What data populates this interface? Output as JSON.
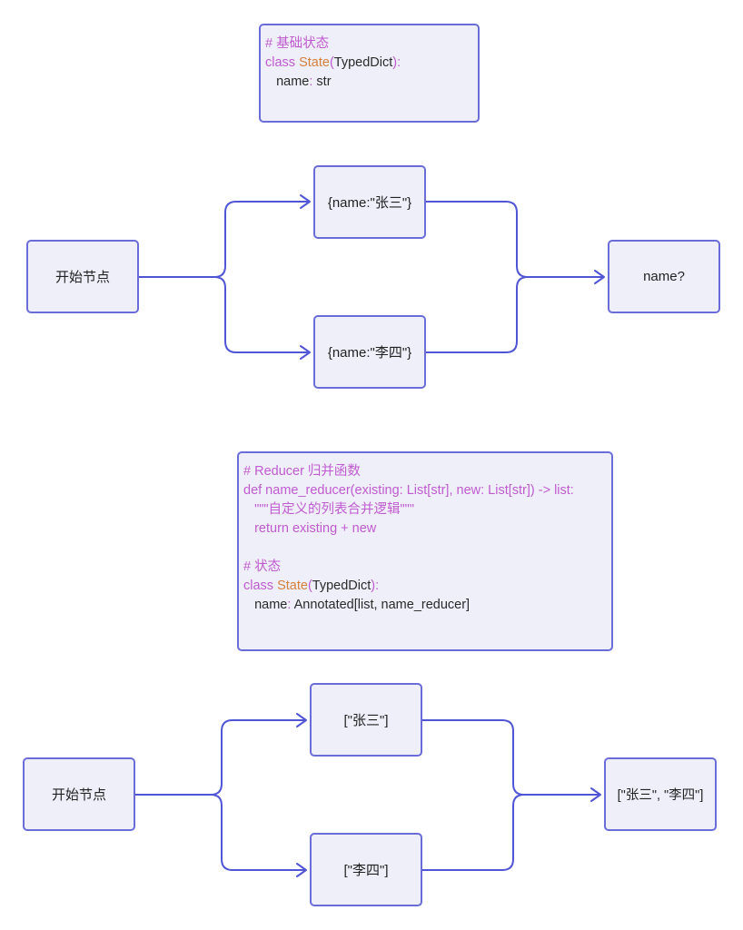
{
  "diagram1": {
    "code_lines": [
      [
        {
          "t": "# 基础状态",
          "c": "cm"
        }
      ],
      [
        {
          "t": "class ",
          "c": "kw"
        },
        {
          "t": "State",
          "c": "cls"
        },
        {
          "t": "(",
          "c": "pn"
        },
        {
          "t": "TypedDict",
          "c": "tx"
        },
        {
          "t": "):",
          "c": "pn"
        }
      ],
      [
        {
          "t": "   name",
          "c": "tx"
        },
        {
          "t": ": ",
          "c": "pn"
        },
        {
          "t": "str",
          "c": "tx"
        }
      ]
    ],
    "start": "开始节点",
    "branch_top": "{name:\"张三\"}",
    "branch_bottom": "{name:\"李四\"}",
    "result": "name?"
  },
  "diagram2": {
    "code_lines": [
      [
        {
          "t": "# Reducer 归并函数",
          "c": "cm"
        }
      ],
      [
        {
          "t": "def name_reducer(existing: List[str], new: List[str]) -> list:",
          "c": "kw"
        }
      ],
      [
        {
          "t": "   \"\"\"自定义的列表合并逻辑\"\"\"",
          "c": "st"
        }
      ],
      [
        {
          "t": "   return existing + new",
          "c": "kw"
        }
      ],
      [],
      [
        {
          "t": "# 状态",
          "c": "cm"
        }
      ],
      [
        {
          "t": "class ",
          "c": "kw"
        },
        {
          "t": "State",
          "c": "cls"
        },
        {
          "t": "(",
          "c": "pn"
        },
        {
          "t": "TypedDict",
          "c": "tx"
        },
        {
          "t": "):",
          "c": "pn"
        }
      ],
      [
        {
          "t": "   name",
          "c": "tx"
        },
        {
          "t": ": ",
          "c": "pn"
        },
        {
          "t": "Annotated[list, name_reducer]",
          "c": "tx"
        }
      ]
    ],
    "start": "开始节点",
    "branch_top": "[\"张三\"]",
    "branch_bottom": "[\"李四\"]",
    "result": "[\"张三\", \"李四\"]"
  },
  "colors": {
    "node_fill": "#efeffa",
    "node_border": "#6a6cd8",
    "edge": "#5055d6",
    "comment": "#c05ad0",
    "class_name": "#d4803c"
  }
}
